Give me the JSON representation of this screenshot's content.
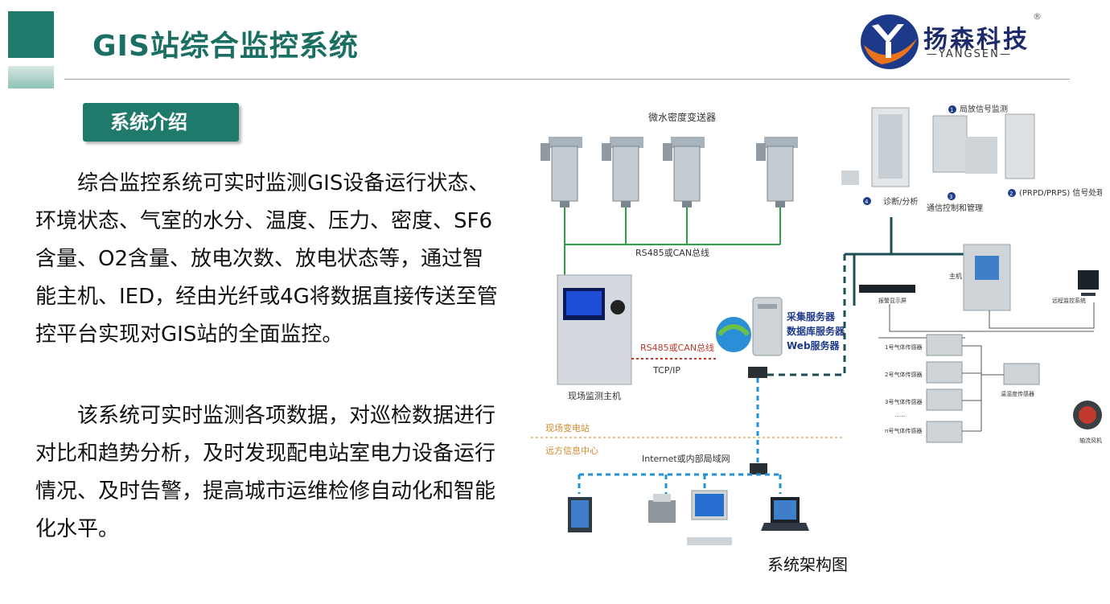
{
  "header": {
    "title": "GIS站综合监控系统",
    "logo_name": "扬森科技",
    "logo_sub": "—YANGSEN—",
    "logo_reg": "®"
  },
  "intro": {
    "badge": "系统介绍",
    "paragraphs": [
      "综合监控系统可实时监测GIS设备运行状态、环境状态、气室的水分、温度、压力、密度、SF6含量、O2含量、放电次数、放电状态等，通过智能主机、IED，经由光纤或4G将数据直接传送至管控平台实现对GIS站的全面监控。",
      "该系统可实时监测各项数据，对巡检数据进行对比和趋势分析，及时发现配电站室电力设备运行情况、及时告警，提高城市运维检修自动化和智能化水平。"
    ]
  },
  "diagram": {
    "caption": "系统架构图",
    "transmitters_label": "微水密度变送器",
    "bus_label_top": "RS485或CAN总线",
    "bus_label_mid": "RS485或CAN总线",
    "tcp_label": "TCP/IP",
    "host_label": "现场监测主机",
    "servers": [
      "采集服务器",
      "数据库服务器",
      "Web服务器"
    ],
    "site_label": "现场变电站",
    "remote_label": "远方信息中心",
    "network_label": "Internet或内部局域网",
    "pd_items": [
      {
        "num": "1",
        "label": "局放信号监测"
      },
      {
        "num": "2",
        "label": "(PRPD/PRPS) 信号处理"
      },
      {
        "num": "3",
        "label": "通信控制和管理"
      },
      {
        "num": "4",
        "label": "诊断/分析"
      }
    ],
    "main_unit_label": "主机",
    "alarm_display_label": "报警显示屏",
    "remote_system_label": "远程监控系统",
    "sensors": [
      "1号气体传感器",
      "2号气体传感器",
      "3号气体传感器",
      "……",
      "n号气体传感器"
    ],
    "temp_sensor_label": "温湿度传感器",
    "fan_label": "轴流风机"
  },
  "colors": {
    "brand_green": "#1f7a6b",
    "bus_green": "#2ea04a",
    "dashed_blue": "#1f8fd6",
    "dark_teal": "#1e4d55",
    "tcp_orange": "#c0392b"
  }
}
